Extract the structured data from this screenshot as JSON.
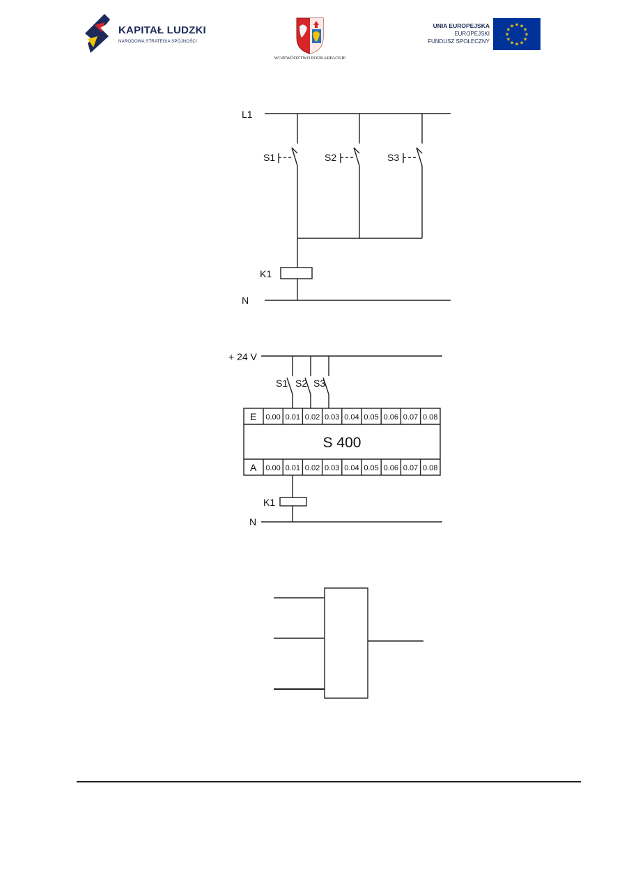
{
  "header": {
    "logo_left": {
      "title": "KAPITAŁ LUDZKI",
      "subtitle": "NARODOWA STRATEGIA SPÓJNOŚCI"
    },
    "logo_center": {
      "caption": "WOJEWÓDZTWO PODKARPACKIE"
    },
    "logo_right": {
      "line1": "UNIA EUROPEJSKA",
      "line2": "EUROPEJSKI",
      "line3": "FUNDUSZ SPOŁECZNY"
    },
    "colors": {
      "navy": "#1d2b55",
      "eu_blue": "#003399",
      "eu_gold": "#ffcc00",
      "red": "#d7262a"
    }
  },
  "diagram_relay": {
    "supply_label": "L1",
    "neutral_label": "N",
    "switches": [
      "S1",
      "S2",
      "S3"
    ],
    "coil_label": "K1"
  },
  "diagram_plc": {
    "supply_label": "+ 24 V",
    "neutral_label": "N",
    "switches": [
      "S1",
      "S2",
      "S3"
    ],
    "coil_label": "K1",
    "controller_name": "S 400",
    "input_row_label": "E",
    "output_row_label": "A",
    "input_addresses": [
      "0.00",
      "0.01",
      "0.02",
      "0.03",
      "0.04",
      "0.05",
      "0.06",
      "0.07",
      "0.08"
    ],
    "output_addresses": [
      "0.00",
      "0.01",
      "0.02",
      "0.03",
      "0.04",
      "0.05",
      "0.06",
      "0.07",
      "0.08"
    ]
  },
  "diagram_block": {
    "inputs": 3,
    "outputs": 1
  }
}
